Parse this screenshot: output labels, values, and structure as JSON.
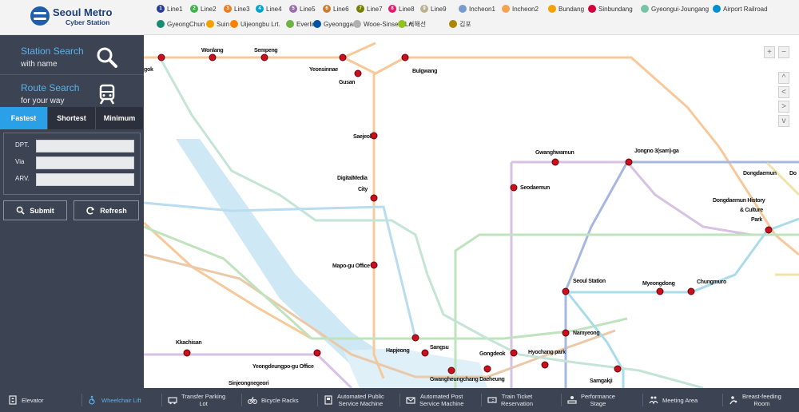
{
  "header": {
    "logo_title": "Seoul Metro",
    "logo_subtitle": "Cyber Station",
    "lines": [
      {
        "label": "Line1",
        "num": "1",
        "color": "#263c96"
      },
      {
        "label": "Line2",
        "num": "2",
        "color": "#3cb44a"
      },
      {
        "label": "Line3",
        "num": "3",
        "color": "#ef7c1c"
      },
      {
        "label": "Line4",
        "num": "4",
        "color": "#00a2d1"
      },
      {
        "label": "Line5",
        "num": "5",
        "color": "#996cac"
      },
      {
        "label": "Line6",
        "num": "6",
        "color": "#cd7c2f"
      },
      {
        "label": "Line7",
        "num": "7",
        "color": "#747f00"
      },
      {
        "label": "Line8",
        "num": "8",
        "color": "#e6186c"
      },
      {
        "label": "Line9",
        "num": "9",
        "color": "#bdb092"
      },
      {
        "label": "Incheon1",
        "num": "",
        "color": "#759cce"
      },
      {
        "label": "Incheon2",
        "num": "",
        "color": "#f5a251"
      },
      {
        "label": "Bundang",
        "num": "",
        "color": "#f5a200"
      },
      {
        "label": "Sinbundang",
        "num": "",
        "color": "#d4003b"
      },
      {
        "label": "Gyeongui·Joungang",
        "num": "",
        "color": "#77c4a3"
      },
      {
        "label": "Airport Railroad",
        "num": "",
        "color": "#0090d2"
      },
      {
        "label": "GyeongChun",
        "num": "",
        "color": "#178c72"
      },
      {
        "label": "Suin",
        "num": "",
        "color": "#f5a200"
      },
      {
        "label": "Uijeongbu Lrt.",
        "num": "",
        "color": "#fd8100"
      },
      {
        "label": "Everline",
        "num": "",
        "color": "#6fb245"
      },
      {
        "label": "Gyeonggang",
        "num": "",
        "color": "#0054a6"
      },
      {
        "label": "Wooe-Sinseol Lrt.",
        "num": "",
        "color": "#b0b0b0"
      },
      {
        "label": "서해선",
        "num": "",
        "color": "#8fc31f"
      },
      {
        "label": "김포",
        "num": "",
        "color": "#ad8605"
      }
    ]
  },
  "sidebar": {
    "station_search": {
      "title": "Station Search",
      "subtitle": "with name",
      "icon": "search-icon"
    },
    "route_search": {
      "title": "Route Search",
      "subtitle": "for your way",
      "icon": "train-icon"
    },
    "tabs": [
      {
        "label": "Fastest",
        "active": true
      },
      {
        "label": "Shortest",
        "active": false
      },
      {
        "label": "Minimum",
        "active": false
      }
    ],
    "form": {
      "dpt_label": "DPT.",
      "dpt_value": "",
      "via_label": "Via",
      "via_value": "",
      "arv_label": "ARV.",
      "arv_value": ""
    },
    "submit_label": "Submit",
    "refresh_label": "Refresh"
  },
  "map": {
    "controls": {
      "zoom_in": "+",
      "zoom_out": "−",
      "up": "^",
      "left": "<",
      "right": ">",
      "down": "v"
    },
    "stations": [
      "gok",
      "Wonlang",
      "Sempeng",
      "Yeonsinnae",
      "Gusan",
      "Bulgwang",
      "Saejeol",
      "DigitalMedia",
      "City",
      "Mapo-gu Office",
      "Gwanghwamun",
      "Seodaemun",
      "Jongno 3(sam)-ga",
      "Dongdaemun",
      "Do",
      "Dongdaemun History",
      "& Culture",
      "Park",
      "Seoul Station",
      "Myeongdong",
      "Chungmuro",
      "Namyeong",
      "Hyochang park",
      "Gongdeok",
      "Hapjeong",
      "Sangsu",
      "Gwangheungchang Daeheung",
      "Samgakji",
      "Kkachisan",
      "Yeongdeungpo-gu Office",
      "Sinjeongnegeori"
    ]
  },
  "facility_bar": {
    "items": [
      {
        "label": "Elevator",
        "icon": "elevator-icon",
        "active": false
      },
      {
        "label": "Wheelchair Lift",
        "icon": "wheelchair-icon",
        "active": true
      },
      {
        "label": "Transfer Parking Lot",
        "line1": "Transfer Parking",
        "line2": "Lot",
        "icon": "parking-icon",
        "active": false
      },
      {
        "label": "Bicycle Racks",
        "icon": "bicycle-icon",
        "active": false
      },
      {
        "label": "Automated Public Service Machine",
        "line1": "Automated Public",
        "line2": "Service Machine",
        "icon": "service-machine-icon",
        "active": false
      },
      {
        "label": "Automated Post Service Machine",
        "line1": "Automated Post",
        "line2": "Service Machine",
        "icon": "post-machine-icon",
        "active": false
      },
      {
        "label": "Train Ticket Reservation",
        "line1": "Train Ticket",
        "line2": "Reservation",
        "icon": "ticket-icon",
        "active": false
      },
      {
        "label": "Performance Stage",
        "line1": "Performance",
        "line2": "Stage",
        "icon": "stage-icon",
        "active": false
      },
      {
        "label": "Meeting Area",
        "icon": "meeting-icon",
        "active": false
      },
      {
        "label": "Breast-feeding Room",
        "line1": "Breast-feeding",
        "line2": "Room",
        "icon": "nursing-icon",
        "active": false
      }
    ]
  }
}
